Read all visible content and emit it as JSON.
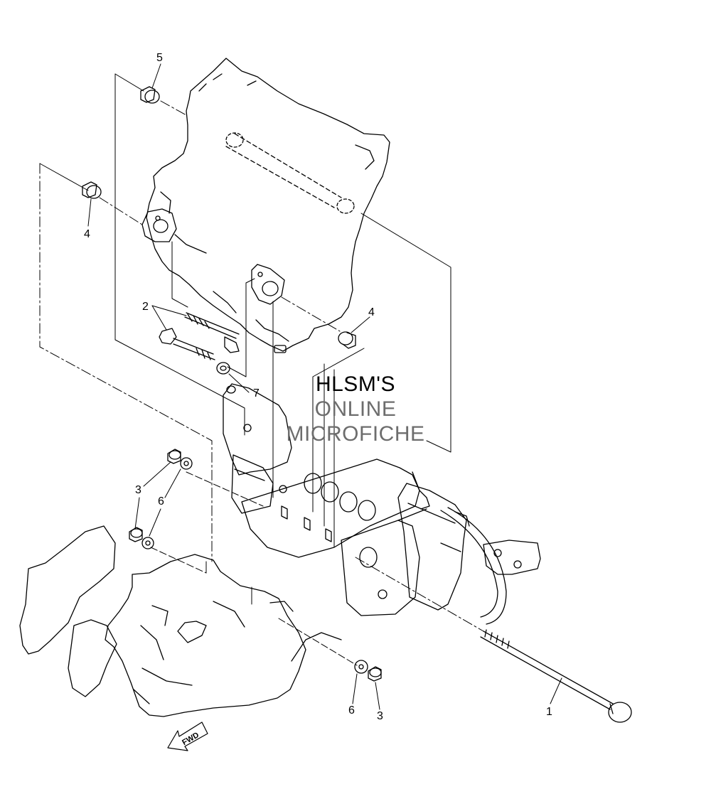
{
  "watermark": {
    "line1": "HLSM'S",
    "line2": "ONLINE",
    "line3": "MICROFICHE"
  },
  "callouts": {
    "c1": "1",
    "c2": "2",
    "c3a": "3",
    "c3b": "3",
    "c4a": "4",
    "c4b": "4",
    "c5": "5",
    "c6a": "6",
    "c6b": "6",
    "c7": "7"
  },
  "fwd_label": "FWD",
  "colors": {
    "line": "#000000",
    "watermark_primary": "#000000",
    "watermark_secondary": "#6d6d6d"
  }
}
